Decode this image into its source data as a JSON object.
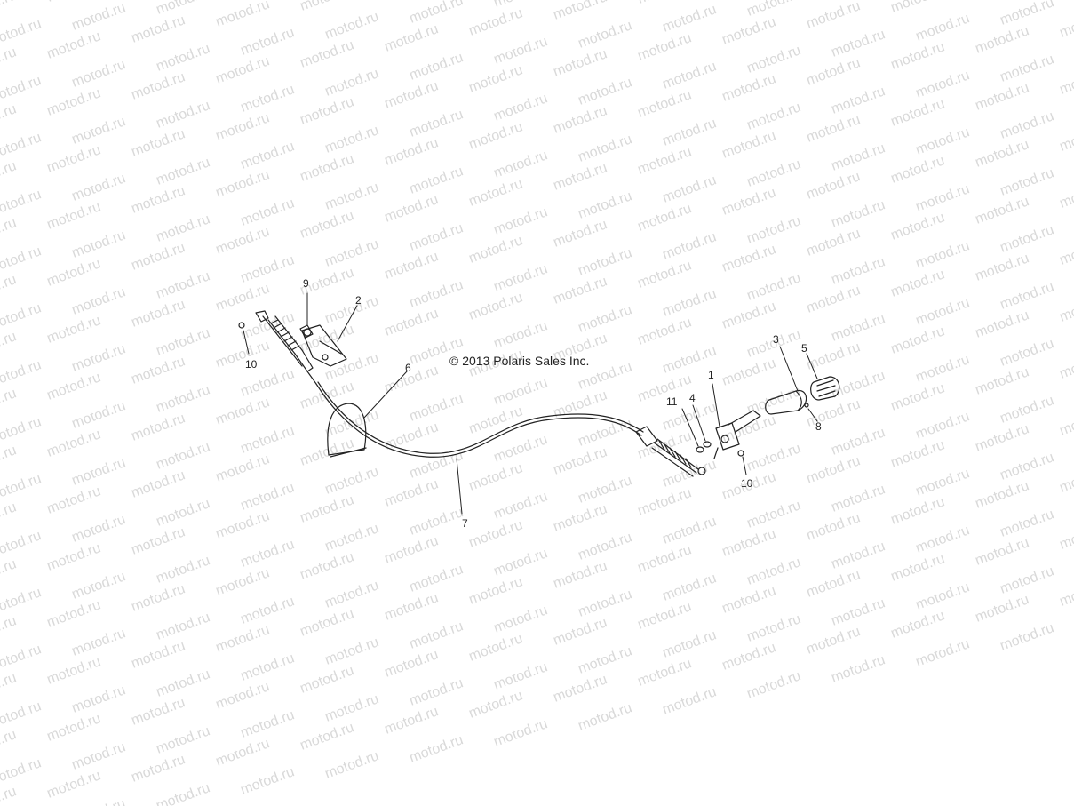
{
  "copyright": "© 2013 Polaris Sales Inc.",
  "watermark": {
    "text": "motod.ru",
    "color": "#d9d9d9"
  },
  "callouts": {
    "c1": "1",
    "c2": "2",
    "c3": "3",
    "c4": "4",
    "c5": "5",
    "c6": "6",
    "c7": "7",
    "c8": "8",
    "c9": "9",
    "c10a": "10",
    "c10b": "10",
    "c11": "11"
  },
  "colors": {
    "line": "#222222",
    "background": "#ffffff"
  }
}
